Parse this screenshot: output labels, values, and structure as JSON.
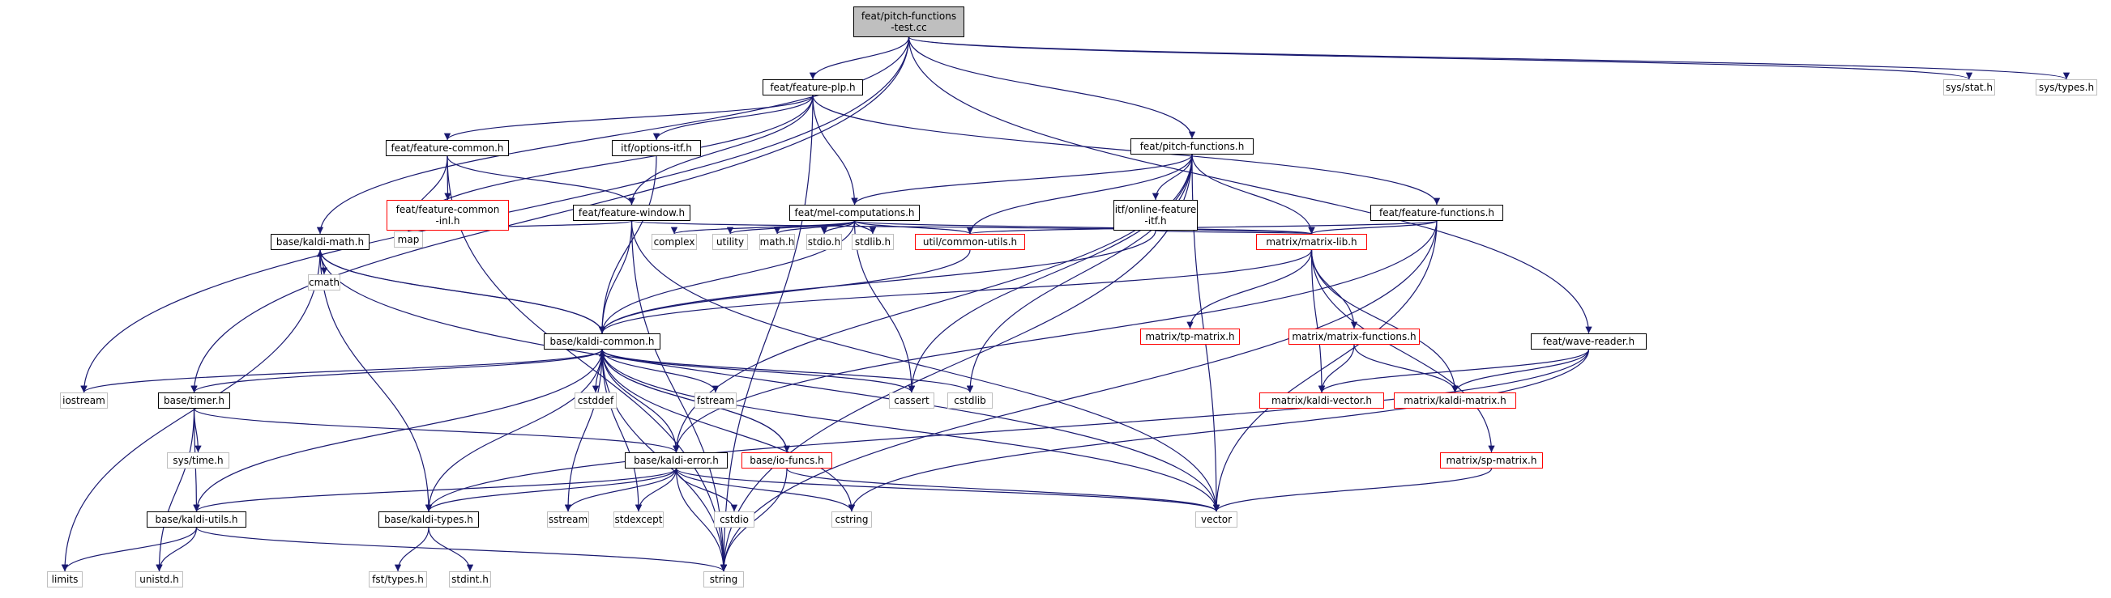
{
  "diagram": {
    "colors": {
      "edge": "#191970",
      "node_border": "#000000",
      "missing_border": "#ff0000",
      "system_border": "#bfbfbf",
      "root_fill": "#bfbfbf"
    },
    "nodes": [
      {
        "id": "root",
        "label": "feat/pitch-functions\n-test.cc",
        "kind": "root"
      },
      {
        "id": "plp",
        "label": "feat/feature-plp.h",
        "kind": "main"
      },
      {
        "id": "pitchfn",
        "label": "feat/pitch-functions.h",
        "kind": "main"
      },
      {
        "id": "featcommon",
        "label": "feat/feature-common.h",
        "kind": "main"
      },
      {
        "id": "optitf",
        "label": "itf/options-itf.h",
        "kind": "main"
      },
      {
        "id": "featcommoninl",
        "label": "feat/feature-common\n-inl.h",
        "kind": "red"
      },
      {
        "id": "featwindow",
        "label": "feat/feature-window.h",
        "kind": "main"
      },
      {
        "id": "melcomp",
        "label": "feat/mel-computations.h",
        "kind": "main"
      },
      {
        "id": "onlinefeat",
        "label": "itf/online-feature\n-itf.h",
        "kind": "main"
      },
      {
        "id": "featfunctions",
        "label": "feat/feature-functions.h",
        "kind": "main"
      },
      {
        "id": "map",
        "label": "map",
        "kind": "sys"
      },
      {
        "id": "kaldimath",
        "label": "base/kaldi-math.h",
        "kind": "main"
      },
      {
        "id": "complex",
        "label": "complex",
        "kind": "sys"
      },
      {
        "id": "utility",
        "label": "utility",
        "kind": "sys"
      },
      {
        "id": "mathh",
        "label": "math.h",
        "kind": "sys"
      },
      {
        "id": "stdioh",
        "label": "stdio.h",
        "kind": "sys"
      },
      {
        "id": "stdlibh",
        "label": "stdlib.h",
        "kind": "sys"
      },
      {
        "id": "commonutils",
        "label": "util/common-utils.h",
        "kind": "red"
      },
      {
        "id": "matrixlib",
        "label": "matrix/matrix-lib.h",
        "kind": "red"
      },
      {
        "id": "cmath",
        "label": "cmath",
        "kind": "sys"
      },
      {
        "id": "kaldicommon",
        "label": "base/kaldi-common.h",
        "kind": "main"
      },
      {
        "id": "tpmatrix",
        "label": "matrix/tp-matrix.h",
        "kind": "red"
      },
      {
        "id": "matrixfunctions",
        "label": "matrix/matrix-functions.h",
        "kind": "red"
      },
      {
        "id": "wavereader",
        "label": "feat/wave-reader.h",
        "kind": "main"
      },
      {
        "id": "iostream",
        "label": "iostream",
        "kind": "sys"
      },
      {
        "id": "timer",
        "label": "base/timer.h",
        "kind": "main"
      },
      {
        "id": "cstddef",
        "label": "cstddef",
        "kind": "sys"
      },
      {
        "id": "fstream",
        "label": "fstream",
        "kind": "sys"
      },
      {
        "id": "cassert",
        "label": "cassert",
        "kind": "sys"
      },
      {
        "id": "cstdlib",
        "label": "cstdlib",
        "kind": "sys"
      },
      {
        "id": "kaldivector",
        "label": "matrix/kaldi-vector.h",
        "kind": "red"
      },
      {
        "id": "kaldimatrix",
        "label": "matrix/kaldi-matrix.h",
        "kind": "red"
      },
      {
        "id": "systime",
        "label": "sys/time.h",
        "kind": "sys"
      },
      {
        "id": "kaldierror",
        "label": "base/kaldi-error.h",
        "kind": "main"
      },
      {
        "id": "iofuncs",
        "label": "base/io-funcs.h",
        "kind": "red"
      },
      {
        "id": "spmatrix",
        "label": "matrix/sp-matrix.h",
        "kind": "red"
      },
      {
        "id": "kaldiutils",
        "label": "base/kaldi-utils.h",
        "kind": "main"
      },
      {
        "id": "kalditypes",
        "label": "base/kaldi-types.h",
        "kind": "main"
      },
      {
        "id": "sstream",
        "label": "sstream",
        "kind": "sys"
      },
      {
        "id": "stdexcept",
        "label": "stdexcept",
        "kind": "sys"
      },
      {
        "id": "cstdio",
        "label": "cstdio",
        "kind": "sys"
      },
      {
        "id": "cstring",
        "label": "cstring",
        "kind": "sys"
      },
      {
        "id": "vector",
        "label": "vector",
        "kind": "sys"
      },
      {
        "id": "limits",
        "label": "limits",
        "kind": "sys"
      },
      {
        "id": "unistdh",
        "label": "unistd.h",
        "kind": "sys"
      },
      {
        "id": "string",
        "label": "string",
        "kind": "sys"
      },
      {
        "id": "fsttypes",
        "label": "fst/types.h",
        "kind": "sys"
      },
      {
        "id": "stdinth",
        "label": "stdint.h",
        "kind": "sys"
      },
      {
        "id": "sysstat",
        "label": "sys/stat.h",
        "kind": "sys"
      },
      {
        "id": "systypes",
        "label": "sys/types.h",
        "kind": "sys"
      }
    ],
    "edges": [
      [
        "root",
        "plp"
      ],
      [
        "root",
        "pitchfn"
      ],
      [
        "root",
        "sysstat"
      ],
      [
        "root",
        "systypes"
      ],
      [
        "root",
        "iostream"
      ],
      [
        "root",
        "timer"
      ],
      [
        "root",
        "kaldimath"
      ],
      [
        "root",
        "wavereader"
      ],
      [
        "plp",
        "featcommon"
      ],
      [
        "plp",
        "optitf"
      ],
      [
        "plp",
        "featwindow"
      ],
      [
        "plp",
        "melcomp"
      ],
      [
        "plp",
        "map"
      ],
      [
        "plp",
        "featfunctions"
      ],
      [
        "plp",
        "string"
      ],
      [
        "featcommon",
        "featcommoninl"
      ],
      [
        "featcommon",
        "featwindow"
      ],
      [
        "featcommon",
        "map"
      ],
      [
        "featcommon",
        "string"
      ],
      [
        "optitf",
        "kaldicommon"
      ],
      [
        "featwindow",
        "map"
      ],
      [
        "featwindow",
        "kaldicommon"
      ],
      [
        "featwindow",
        "matrixlib"
      ],
      [
        "featwindow",
        "string"
      ],
      [
        "featwindow",
        "vector"
      ],
      [
        "melcomp",
        "complex"
      ],
      [
        "melcomp",
        "utility"
      ],
      [
        "melcomp",
        "mathh"
      ],
      [
        "melcomp",
        "stdioh"
      ],
      [
        "melcomp",
        "stdlibh"
      ],
      [
        "melcomp",
        "commonutils"
      ],
      [
        "melcomp",
        "matrixlib"
      ],
      [
        "melcomp",
        "kaldicommon"
      ],
      [
        "melcomp",
        "cassert"
      ],
      [
        "pitchfn",
        "melcomp"
      ],
      [
        "pitchfn",
        "onlinefeat"
      ],
      [
        "pitchfn",
        "commonutils"
      ],
      [
        "pitchfn",
        "matrixlib"
      ],
      [
        "pitchfn",
        "cassert"
      ],
      [
        "pitchfn",
        "cstdlib"
      ],
      [
        "pitchfn",
        "vector"
      ],
      [
        "pitchfn",
        "string"
      ],
      [
        "pitchfn",
        "kaldierror"
      ],
      [
        "onlinefeat",
        "matrixlib"
      ],
      [
        "onlinefeat",
        "kaldicommon"
      ],
      [
        "featfunctions",
        "commonutils"
      ],
      [
        "featfunctions",
        "matrixlib"
      ],
      [
        "featfunctions",
        "vector"
      ],
      [
        "featfunctions",
        "string"
      ],
      [
        "featfunctions",
        "kaldierror"
      ],
      [
        "commonutils",
        "kaldicommon"
      ],
      [
        "matrixlib",
        "kaldicommon"
      ],
      [
        "matrixlib",
        "tpmatrix"
      ],
      [
        "matrixlib",
        "matrixfunctions"
      ],
      [
        "matrixlib",
        "kaldivector"
      ],
      [
        "matrixlib",
        "kaldimatrix"
      ],
      [
        "matrixlib",
        "spmatrix"
      ],
      [
        "matrixfunctions",
        "kaldivector"
      ],
      [
        "matrixfunctions",
        "kaldimatrix"
      ],
      [
        "kaldimath",
        "cmath"
      ],
      [
        "kaldimath",
        "limits"
      ],
      [
        "kaldimath",
        "kalditypes"
      ],
      [
        "kaldimath",
        "kaldicommon"
      ],
      [
        "kaldimath",
        "vector"
      ],
      [
        "kaldicommon",
        "kaldimath"
      ],
      [
        "kaldicommon",
        "iostream"
      ],
      [
        "kaldicommon",
        "timer"
      ],
      [
        "kaldicommon",
        "cstddef"
      ],
      [
        "kaldicommon",
        "fstream"
      ],
      [
        "kaldicommon",
        "cassert"
      ],
      [
        "kaldicommon",
        "cstdlib"
      ],
      [
        "kaldicommon",
        "kaldierror"
      ],
      [
        "kaldicommon",
        "iofuncs"
      ],
      [
        "kaldicommon",
        "kaldiutils"
      ],
      [
        "kaldicommon",
        "kalditypes"
      ],
      [
        "kaldicommon",
        "sstream"
      ],
      [
        "kaldicommon",
        "stdexcept"
      ],
      [
        "kaldicommon",
        "cstring"
      ],
      [
        "kaldicommon",
        "vector"
      ],
      [
        "kaldicommon",
        "string"
      ],
      [
        "timer",
        "systime"
      ],
      [
        "timer",
        "kaldiutils"
      ],
      [
        "timer",
        "unistdh"
      ],
      [
        "timer",
        "kaldierror"
      ],
      [
        "iofuncs",
        "kaldicommon"
      ],
      [
        "iofuncs",
        "vector"
      ],
      [
        "iofuncs",
        "string"
      ],
      [
        "kaldierror",
        "kaldiutils"
      ],
      [
        "kaldierror",
        "kalditypes"
      ],
      [
        "kaldierror",
        "sstream"
      ],
      [
        "kaldierror",
        "stdexcept"
      ],
      [
        "kaldierror",
        "cstdio"
      ],
      [
        "kaldierror",
        "cstring"
      ],
      [
        "kaldierror",
        "string"
      ],
      [
        "kaldierror",
        "vector"
      ],
      [
        "kaldiutils",
        "limits"
      ],
      [
        "kaldiutils",
        "unistdh"
      ],
      [
        "kaldiutils",
        "string"
      ],
      [
        "kalditypes",
        "fsttypes"
      ],
      [
        "kalditypes",
        "stdinth"
      ],
      [
        "wavereader",
        "kaldivector"
      ],
      [
        "wavereader",
        "kaldimatrix"
      ],
      [
        "wavereader",
        "kalditypes"
      ],
      [
        "wavereader",
        "cstring"
      ],
      [
        "spmatrix",
        "vector"
      ]
    ]
  }
}
